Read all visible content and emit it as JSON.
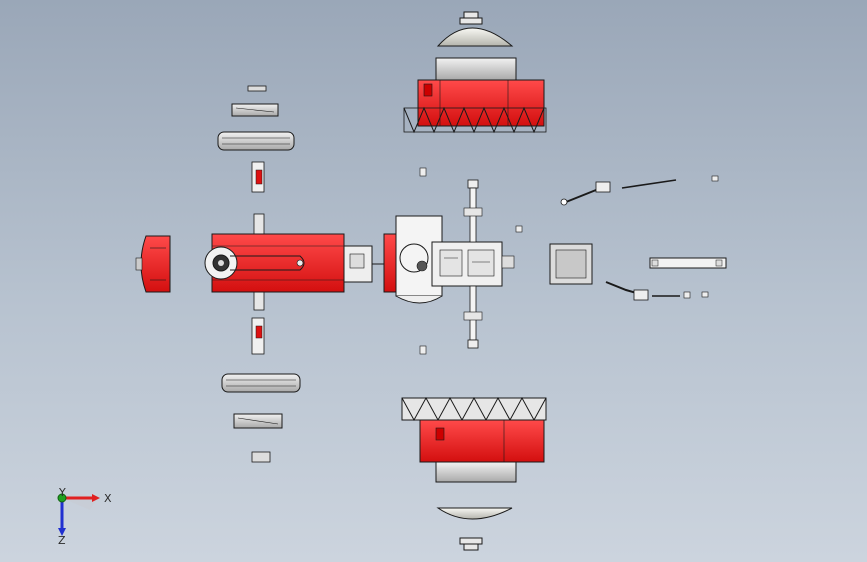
{
  "colors": {
    "background_top": "#9aa7b8",
    "background_bottom": "#ccd4de",
    "part_red": "#ee1c1c",
    "part_grey": "#d9d9d9",
    "outline": "#1a1a1a",
    "axis_x": "#e02020",
    "axis_y": "#1fa01f",
    "axis_z": "#2030d0"
  },
  "triad": {
    "x_label": "X",
    "y_label": "Y",
    "z_label": "Z"
  },
  "parts": [
    "rear-wheel-top",
    "hub-cap-top",
    "rear-wheel-bottom",
    "hub-cap-bottom",
    "pulley-stack-top",
    "pulley-stack-bottom",
    "axle-top",
    "axle-bottom",
    "front-hood",
    "engine-block",
    "seat-frame",
    "front-axle",
    "gear-housing",
    "steering-arm-upper",
    "steering-arm-lower",
    "tie-rod",
    "small-fasteners"
  ]
}
